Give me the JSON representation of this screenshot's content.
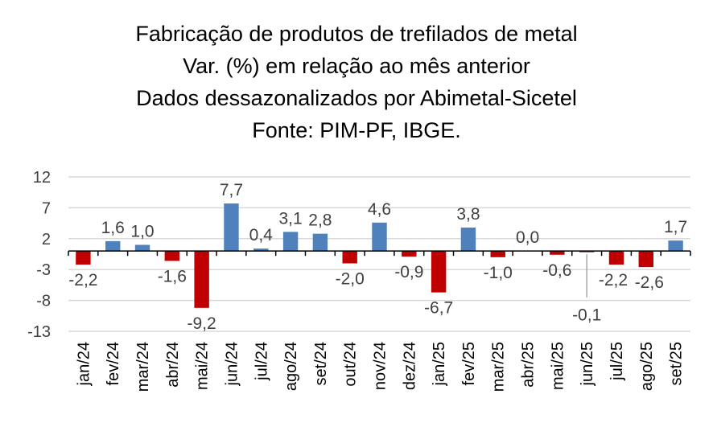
{
  "chart_data": {
    "type": "bar",
    "title": [
      "Fabricação de produtos de trefilados de metal",
      "Var. (%) em relação ao mês anterior",
      "Dados dessazonalizados por Abimetal-Sicetel",
      "Fonte: PIM-PF, IBGE."
    ],
    "categories": [
      "jan/24",
      "fev/24",
      "mar/24",
      "abr/24",
      "mai/24",
      "jun/24",
      "jul/24",
      "ago/24",
      "set/24",
      "out/24",
      "nov/24",
      "dez/24",
      "jan/25",
      "fev/25",
      "mar/25",
      "abr/25",
      "mai/25",
      "jun/25",
      "jul/25",
      "ago/25",
      "set/25"
    ],
    "values": [
      -2.2,
      1.6,
      1.0,
      -1.6,
      -9.2,
      7.7,
      0.4,
      3.1,
      2.8,
      -2.0,
      4.6,
      -0.9,
      -6.7,
      3.8,
      -1.0,
      0.0,
      -0.6,
      -0.1,
      -2.2,
      -2.6,
      1.7
    ],
    "labels": [
      "-2,2",
      "1,6",
      "1,0",
      "-1,6",
      "-9,2",
      "7,7",
      "0,4",
      "3,1",
      "2,8",
      "-2,0",
      "4,6",
      "-0,9",
      "-6,7",
      "3,8",
      "-1,0",
      "0,0",
      "-0,6",
      "-0,1",
      "-2,2",
      "-2,6",
      "1,7"
    ],
    "yticks": [
      12,
      7,
      2,
      -3,
      -8,
      -13
    ],
    "ytick_labels": [
      "12",
      "7",
      "2",
      "-3",
      "-8",
      "-13"
    ],
    "ylim": [
      -13,
      12
    ],
    "xlabel": "",
    "ylabel": "",
    "grid": true,
    "colors": {
      "positive": "#4f81bd",
      "negative": "#c00000"
    }
  }
}
